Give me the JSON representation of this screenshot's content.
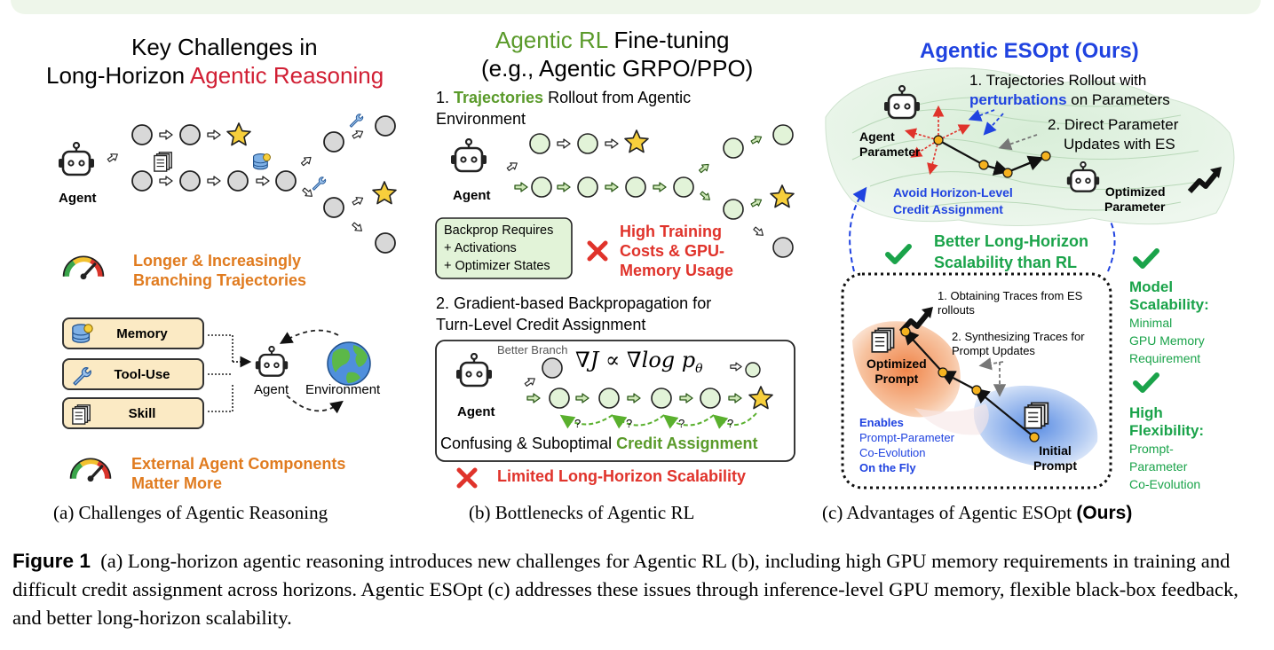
{
  "panel_a": {
    "title_line1": "Key Challenges in",
    "title_line2_prefix": "Long-Horizon ",
    "title_line2_highlight": "Agentic Reasoning",
    "agent_label": "Agent",
    "challenge1_line1": "Longer & Increasingly",
    "challenge1_line2": "Branching Trajectories",
    "components": [
      "Memory",
      "Tool-Use",
      "Skill"
    ],
    "loop_agent_label": "Agent",
    "environment_label": "Environment",
    "challenge2_line1": "External Agent Components",
    "challenge2_line2": "Matter More",
    "caption": "(a) Challenges of Agentic Reasoning"
  },
  "panel_b": {
    "title_line1_highlight": "Agentic RL",
    "title_line1_rest": " Fine-tuning",
    "title_line2": "(e.g., Agentic GRPO/PPO)",
    "step1_prefix": "1. ",
    "step1_highlight": "Trajectories",
    "step1_rest": " Rollout from Agentic",
    "step1_line2": "Environment",
    "agent_label": "Agent",
    "backprop_box": [
      "Backprop Requires",
      "+ Activations",
      "+ Optimizer States"
    ],
    "cost_line1": "High Training",
    "cost_line2": "Costs & GPU-",
    "cost_line3": "Memory Usage",
    "step2_line1": "2. Gradient-based Backpropagation for",
    "step2_line2": "Turn-Level Credit Assignment",
    "better_branch": "Better Branch",
    "formula": "∇J ∝ ∇log p",
    "formula_sub": "θ",
    "question_marks": [
      "?",
      "?",
      "?",
      "?"
    ],
    "credit_prefix": "Confusing & Suboptimal ",
    "credit_highlight": "Credit Assignment",
    "limited": "Limited Long-Horizon Scalability",
    "caption": "(b) Bottlenecks of Agentic RL"
  },
  "panel_c": {
    "title": "Agentic ESOpt (Ours)",
    "step1_line1": "1. Trajectories Rollout with",
    "step1_highlight": "perturbations",
    "step1_rest": " on Parameters",
    "step2_line1": "2. Direct Parameter",
    "step2_line2": "Updates with ES",
    "agent_param_line1": "Agent",
    "agent_param_line2": "Parameter",
    "optimized_param_line1": "Optimized",
    "optimized_param_line2": "Parameter",
    "avoid_line1": "Avoid Horizon-Level",
    "avoid_line2": "Credit Assignment",
    "better_prefix": "Better ",
    "better_highlight": "Long-Horizon",
    "better_line2": "Scalability than RL",
    "trace1_line1": "1. Obtaining Traces from ES",
    "trace1_line2": "rollouts",
    "trace2_line1": "2. Synthesizing Traces for",
    "trace2_line2": "Prompt Updates",
    "optimized_prompt_line1": "Optimized",
    "optimized_prompt_line2": "Prompt",
    "initial_prompt_line1": "Initial",
    "initial_prompt_line2": "Prompt",
    "enables": [
      "Enables",
      "Prompt-Parameter",
      "Co-Evolution",
      "On the Fly"
    ],
    "model_scal_title": [
      "Model",
      "Scalability:"
    ],
    "model_scal_desc": [
      "Minimal",
      "GPU Memory",
      "Requirement"
    ],
    "flex_title": [
      "High",
      "Flexibility:"
    ],
    "flex_desc": [
      "Prompt-",
      "Parameter",
      "Co-Evolution"
    ],
    "caption_prefix": "(c) Advantages of Agentic ESOpt ",
    "caption_bold": "(Ours)"
  },
  "figure_caption": {
    "label": "Figure 1",
    "text": "(a) Long-horizon agentic reasoning introduces new challenges for Agentic RL (b), including high GPU memory requirements in training and difficult credit assignment across horizons. Agentic ESOpt (c) addresses these issues through inference-level GPU memory, flexible black-box feedback, and better long-horizon scalability."
  },
  "colors": {
    "red": "#d11f34",
    "green": "#5a9a2a",
    "orange": "#e07b1f",
    "blue": "#2043e0",
    "bright_green": "#1aa34a",
    "node_gray": "#d8d8d8",
    "node_green": "#e2f3d8",
    "panel_bg": "#eef6ea"
  },
  "icons": [
    "robot-icon",
    "star-icon",
    "arrow-icon",
    "wrench-icon",
    "document-icon",
    "database-icon",
    "gauge-icon",
    "globe-icon",
    "cross-icon",
    "check-icon",
    "trend-up-icon"
  ]
}
